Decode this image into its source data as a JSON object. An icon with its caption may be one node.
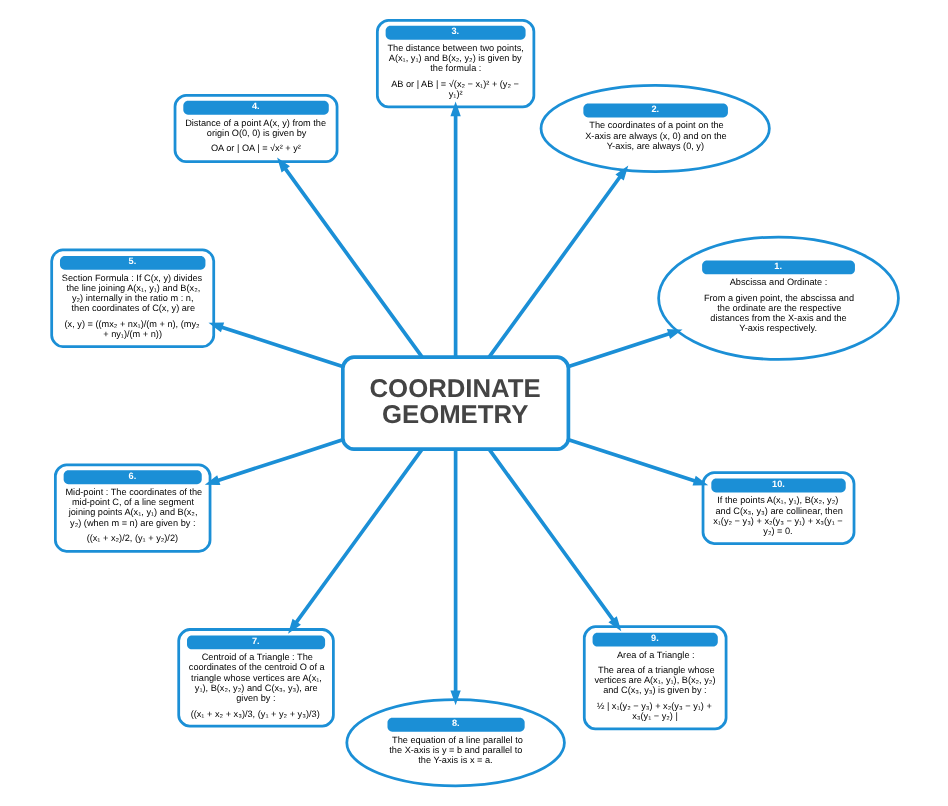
{
  "diagram": {
    "nodes": [
      {
        "text": [
          "COORDINATE GEOMETRY"
        ]
      },
      {
        "text": [
          "1.",
          "Abscissa and Ordinate :",
          "From a given point, the abscissa and the ordinate are the respective distances from the X-axis and the Y-axis respectively."
        ]
      },
      {
        "text": [
          "2.",
          "The coordinates of a point on the X-axis are always (x, 0) and on the Y-axis, are always (0, y)"
        ]
      },
      {
        "text": [
          "3.",
          "The distance between two points, A(x₁, y₁) and B(x₂, y₂) is given by the formula :",
          "AB or | AB | = √(x₂ − x₁)² + (y₂ − y₁)²"
        ]
      },
      {
        "text": [
          "4.",
          "Distance of a point A(x, y) from the origin O(0, 0) is given by",
          "OA or | OA | = √x² + y²"
        ]
      },
      {
        "text": [
          "5.",
          "Section Formula : If C(x, y) divides the line joining A(x₁, y₁) and B(x₂, y₂) internally in the ratio m : n, then coordinates of C(x, y) are",
          "(x, y) = ((mx₂ + nx₁)/(m + n), (my₂ + ny₁)/(m + n))"
        ]
      },
      {
        "text": [
          "6.",
          "Mid-point : The coordinates of the mid-point C, of a line segment joining points A(x₁, y₁) and B(x₂, y₂) (when m = n) are given by :",
          "((x₁ + x₂)/2, (y₁ + y₂)/2)"
        ]
      },
      {
        "text": [
          "7.",
          "Centroid of a Triangle : The coordinates of the centroid O of a triangle whose vertices are A(x₁, y₁), B(x₂, y₂) and C(x₃, y₃), are given by :",
          "((x₁ + x₂ + x₃)/3, (y₁ + y₂ + y₃)/3)"
        ]
      },
      {
        "text": [
          "8.",
          "The equation of a line parallel to the X-axis is y = b and parallel to the Y-axis is x = a."
        ]
      },
      {
        "text": [
          "9.",
          "Area of a Triangle :",
          "The area of a triangle whose vertices are A(x₁, y₁), B(x₂, y₂) and C(x₃, y₃) is given by :",
          "½ | x₁(y₂ − y₃) + x₂(y₃ − y₁) + x₃(y₁ − y₂) |"
        ]
      },
      {
        "text": [
          "10.",
          "If the points A(x₁, y₁), B(x₂, y₂) and C(x₃, y₃) are collinear, then x₁(y₂ − y₃) + x₂(y₃ − y₁) + x₃(y₁ − y₂) = 0."
        ]
      }
    ],
    "edges": [
      {
        "from": 0,
        "to": 1,
        "arrow": "to"
      },
      {
        "from": 0,
        "to": 2,
        "arrow": "to"
      },
      {
        "from": 0,
        "to": 3,
        "arrow": "to"
      },
      {
        "from": 0,
        "to": 4,
        "arrow": "to"
      },
      {
        "from": 0,
        "to": 5,
        "arrow": "to"
      },
      {
        "from": 0,
        "to": 6,
        "arrow": "to"
      },
      {
        "from": 0,
        "to": 7,
        "arrow": "to"
      },
      {
        "from": 0,
        "to": 8,
        "arrow": "to"
      },
      {
        "from": 0,
        "to": 9,
        "arrow": "to"
      },
      {
        "from": 0,
        "to": 10,
        "arrow": "to"
      }
    ]
  }
}
